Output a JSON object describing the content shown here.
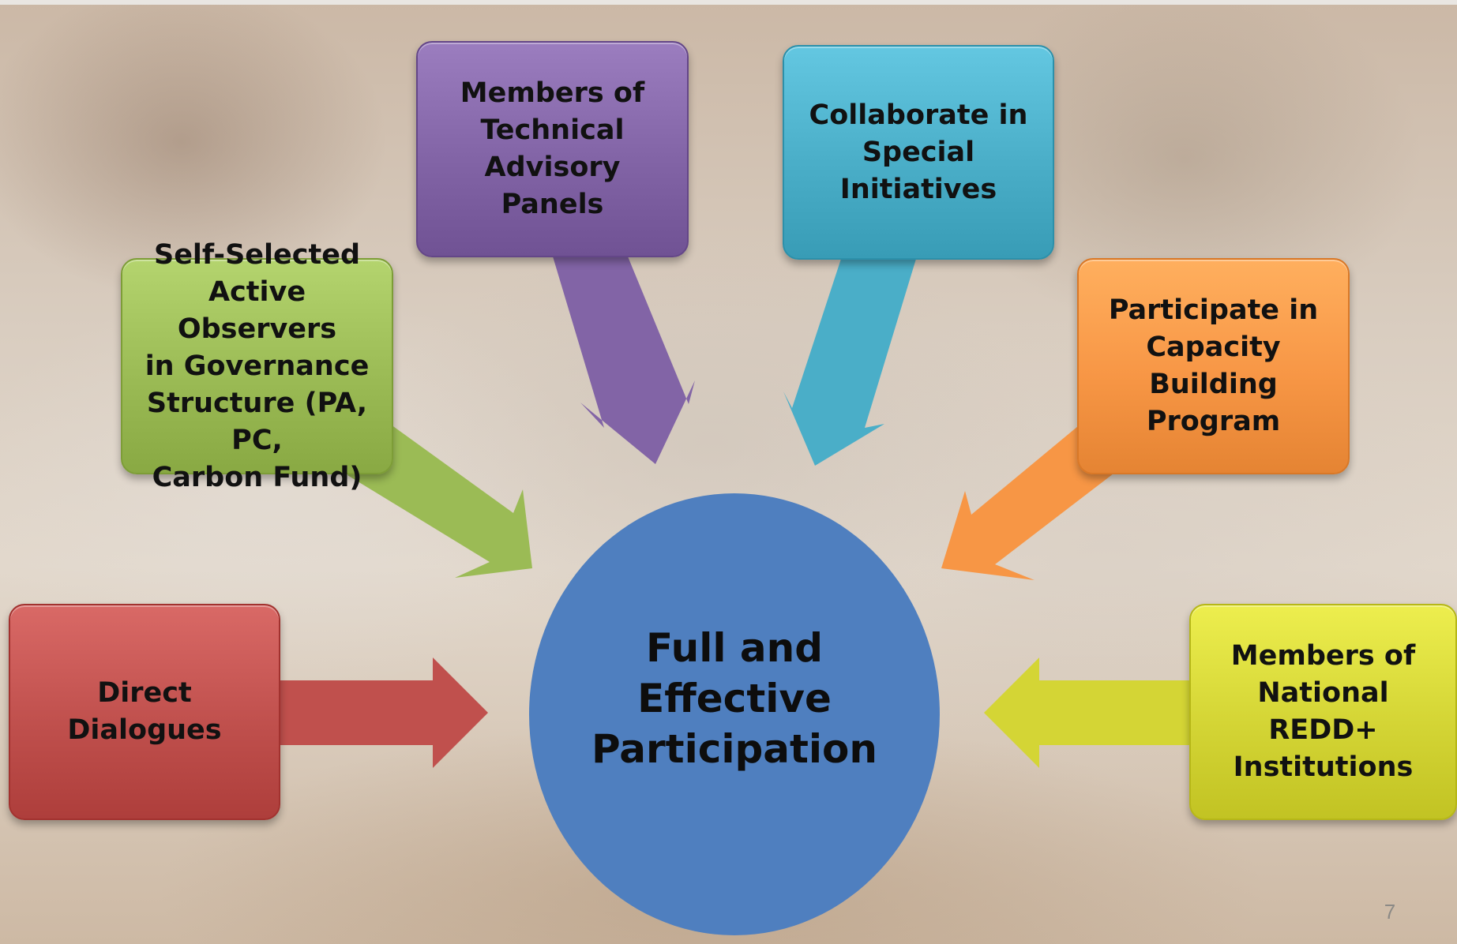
{
  "diagram": {
    "center": {
      "label": "Full and\nEffective\nParticipation",
      "color": "#4f7fbf"
    },
    "boxes": [
      {
        "id": "purple",
        "label": "Members of\nTechnical\nAdvisory Panels",
        "color": "#8264a6"
      },
      {
        "id": "cyan",
        "label": "Collaborate in\nSpecial Initiatives",
        "color": "#4aaec8"
      },
      {
        "id": "green",
        "label": "Self-Selected\nActive Observers\nin Governance\nStructure (PA, PC,\nCarbon Fund)",
        "color": "#9bbb55"
      },
      {
        "id": "orange",
        "label": "Participate in\nCapacity Building\nProgram",
        "color": "#f79645"
      },
      {
        "id": "red",
        "label": "Direct Dialogues",
        "color": "#c0504d"
      },
      {
        "id": "yellow",
        "label": "Members of\nNational REDD+\nInstitutions",
        "color": "#d4d535"
      }
    ]
  },
  "page_number": "7"
}
